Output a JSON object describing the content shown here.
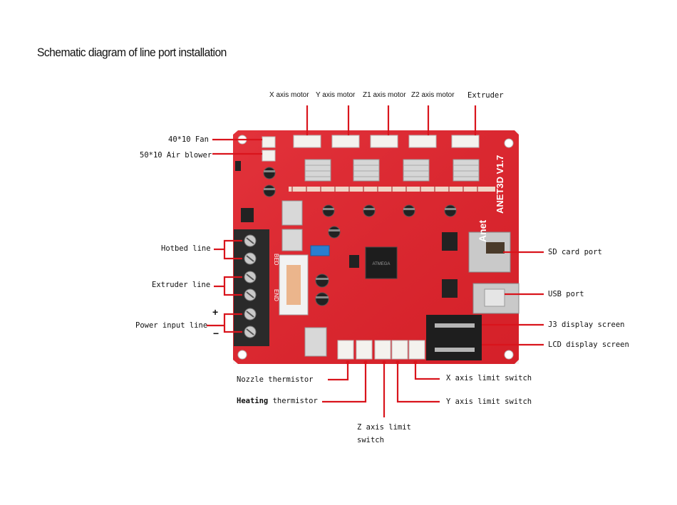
{
  "title": "Schematic diagram of line port installation",
  "top_labels": {
    "x_motor": "X axis motor",
    "y_motor": "Y axis motor",
    "z1_motor": "Z1 axis motor",
    "z2_motor": "Z2 axis motor",
    "extruder": "Extruder"
  },
  "left_labels": {
    "fan": "40*10 Fan",
    "air_blower": "50*10 Air blower",
    "hotbed_line": "Hotbed line",
    "extruder_line": "Extruder line",
    "power_input_line": "Power input line",
    "plus_sign": "+",
    "minus_sign": "−"
  },
  "right_labels": {
    "sd_card_port": "SD card port",
    "usb_port": "USB port",
    "j3_display": "J3 display screen",
    "lcd_display": "LCD display screen"
  },
  "bottom_labels": {
    "nozzle_thermistor": "Nozzle thermistor",
    "heating_bold": "Heating",
    "heating_rest": " thermistor",
    "z_limit_line1": "Z axis limit",
    "z_limit_line2": "switch",
    "x_limit": "X axis limit switch",
    "y_limit": "Y axis limit switch"
  },
  "board": {
    "brand": "ANET3D V1.7",
    "logo": "Anet",
    "silk_bed": "BED",
    "silk_end": "END",
    "chip_text": "ATMEGA"
  },
  "colors": {
    "board_red": "#e0222b",
    "callout_red": "#d9141c",
    "terminal_black": "#2a2a2a"
  }
}
